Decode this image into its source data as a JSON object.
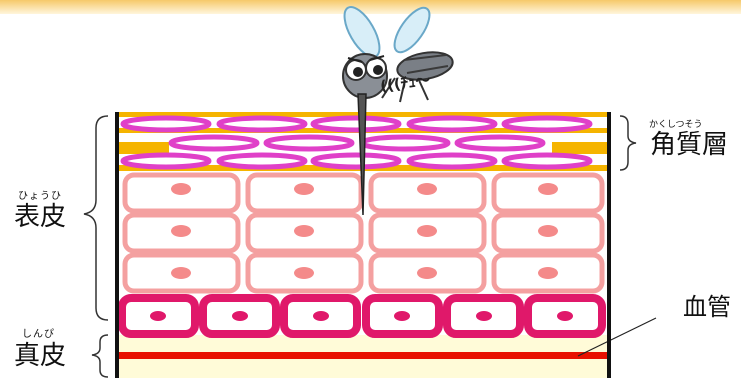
{
  "labels": {
    "epidermis": "表皮",
    "epidermis_reading": "ひょうひ",
    "dermis": "真皮",
    "dermis_reading": "しんぴ",
    "stratum_corneum": "角質層",
    "stratum_corneum_reading": "かくしつそう",
    "blood_vessel": "血管",
    "mosquito_sound": "(((ﾁｭ〜"
  },
  "colors": {
    "header_gradient_top": "#f6c96a",
    "corneum_orange": "#f5b400",
    "corneum_magenta": "#e040c8",
    "cell_outline": "#f4a0a0",
    "cell_nucleus": "#f48a8a",
    "basal_magenta": "#e0186a",
    "dermis_fill": "#fffbd8",
    "vessel_red": "#e81000"
  },
  "icons": [
    "mosquito-icon",
    "brace-icon"
  ]
}
